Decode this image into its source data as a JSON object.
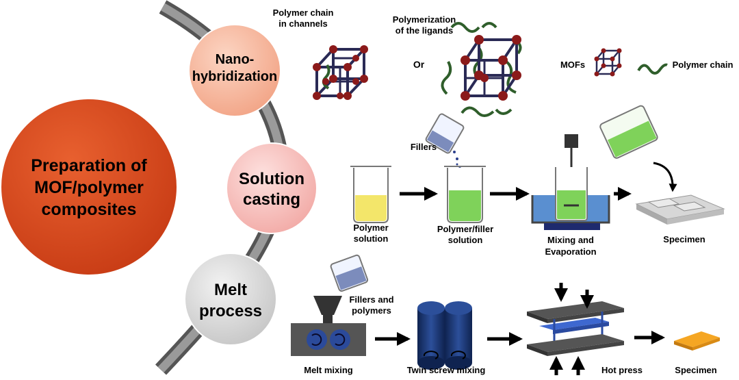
{
  "main_circle": {
    "line1": "Preparation of",
    "line2": "MOF/polymer",
    "line3": "composites"
  },
  "methods": {
    "nano": {
      "line1": "Nano-",
      "line2": "hybridization"
    },
    "solution": {
      "line1": "Solution",
      "line2": "casting"
    },
    "melt": {
      "line1": "Melt",
      "line2": "process"
    }
  },
  "nano_row": {
    "polymer_chain_label_1": "Polymer chain",
    "polymer_chain_label_2": "in channels",
    "polymerization_label_1": "Polymerization",
    "polymerization_label_2": "of the ligands",
    "or_label": "Or",
    "legend_mofs": "MOFs",
    "legend_polymer_chain": "Polymer chain"
  },
  "solution_row": {
    "fillers_label": "Fillers",
    "polymer_solution_1": "Polymer",
    "polymer_solution_2": "solution",
    "polymer_filler_1": "Polymer/filler",
    "polymer_filler_2": "solution",
    "mixing_1": "Mixing and",
    "mixing_2": "Evaporation",
    "specimen": "Specimen"
  },
  "melt_row": {
    "fillers_polymers_1": "Fillers and",
    "fillers_polymers_2": "polymers",
    "melt_mixing": "Melt mixing",
    "twin_screw": "Twin screw mixing",
    "hot_press": "Hot press",
    "specimen": "Specimen"
  },
  "colors": {
    "main_circle": "#d9451c",
    "nano_circle": "#f5b49a",
    "solution_circle": "#f7c4c0",
    "melt_circle": "#dcdcdc",
    "mof_node": "#8b1a1a",
    "mof_edge": "#2a2a55",
    "polymer_chain": "#2f5e2b",
    "polymer_solution": "#f3e66a",
    "filler_solution": "#7fd25a",
    "bath": "#5a8fd0",
    "roller": "#1f3a7a",
    "specimen": "#f5a623"
  }
}
